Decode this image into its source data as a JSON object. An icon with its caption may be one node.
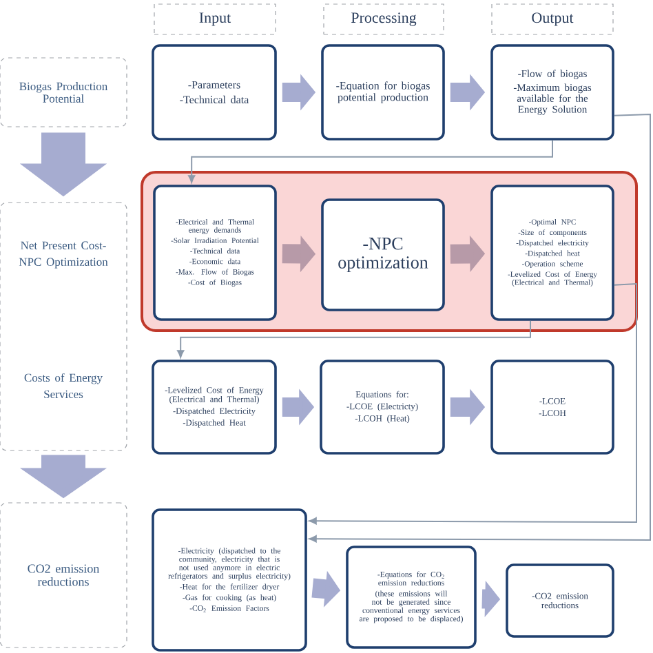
{
  "diagram": {
    "nodes": [
      {
        "text": [
          "Input"
        ]
      },
      {
        "text": [
          "Processing"
        ]
      },
      {
        "text": [
          "Output"
        ]
      },
      {
        "text": [
          "Biogas Production Potential"
        ]
      },
      {
        "text": [
          "-Parameters",
          "-Technical data"
        ]
      },
      {
        "text": [
          "-Equation for biogas potential production"
        ]
      },
      {
        "text": [
          "-Flow of biogas",
          "-Maximum biogas available for the Energy Solution"
        ]
      },
      {
        "text": [
          "Net Present Cost- NPC Optimization",
          "Costs of Energy Services"
        ]
      },
      {
        "text": [],
        "shape": "box"
      },
      {
        "text": [
          "-Electrical and Thermal energy demands",
          "-Solar Irradiation Potential",
          "-Technical data",
          "-Economic data",
          "-Max. Flow of Biogas",
          "-Cost of Biogas"
        ],
        "in": 8
      },
      {
        "text": [
          "-NPC optimization"
        ],
        "in": 8
      },
      {
        "text": [
          "-Optimal NPC",
          "-Size of components",
          "-Dispatched electricity",
          "-Dispatched heat",
          "-Operation scheme",
          "-Levelized Cost of Energy (Electrical and Thermal)"
        ],
        "in": 8
      },
      {
        "text": [
          "-Levelized Cost of Energy (Electrical and Thermal)",
          "-Dispatched Electricity",
          "-Dispatched Heat"
        ]
      },
      {
        "text": [
          "Equations for:",
          "-LCOE (Electricty)",
          "-LCOH (Heat)"
        ]
      },
      {
        "text": [
          "-LCOE",
          "-LCOH"
        ]
      },
      {
        "text": [
          "CO2 emission reductions"
        ]
      },
      {
        "text": [
          "-Electricity (dispatched to the community, electricity that is not used anymore in electric refrigerators and surplus electricity)",
          "-Heat for the fertilizer dryer",
          "-Gas for cooking (as heat)",
          "-CO$_{2}$ Emission Factors"
        ]
      },
      {
        "text": [
          "-Equations for CO$_{2}$ emission reductions",
          "(these emissions will not be generated since conventional energy services are proposed to be displaced)"
        ]
      },
      {
        "text": [
          "-CO2 emission reductions"
        ]
      }
    ],
    "edges": [
      {
        "from": 4,
        "to": 5,
        "arrow": "to"
      },
      {
        "from": 5,
        "to": 6,
        "arrow": "to"
      },
      {
        "from": 9,
        "to": 10,
        "arrow": "to",
        "color": "#b79aa8"
      },
      {
        "from": 10,
        "to": 11,
        "arrow": "to",
        "color": "#b79aa8"
      },
      {
        "from": 12,
        "to": 13,
        "arrow": "to"
      },
      {
        "from": 13,
        "to": 14,
        "arrow": "to"
      },
      {
        "from": 16,
        "to": 17,
        "arrow": "to"
      },
      {
        "from": 17,
        "to": 18,
        "arrow": "to"
      },
      {
        "from": 3,
        "to": 7,
        "arrow": "to",
        "style": "thick"
      },
      {
        "from": 7,
        "to": 15,
        "arrow": "to",
        "style": "thick"
      },
      {
        "from": 6,
        "to": 9,
        "arrow": "to",
        "color": "#8c9aab"
      },
      {
        "from": 11,
        "to": 12,
        "arrow": "to",
        "color": "#8c9aab"
      },
      {
        "from": 11,
        "to": 16,
        "arrow": "to",
        "color": "#8c9aab"
      },
      {
        "from": 6,
        "to": 16,
        "arrow": "to",
        "color": "#8c9aab"
      }
    ]
  }
}
